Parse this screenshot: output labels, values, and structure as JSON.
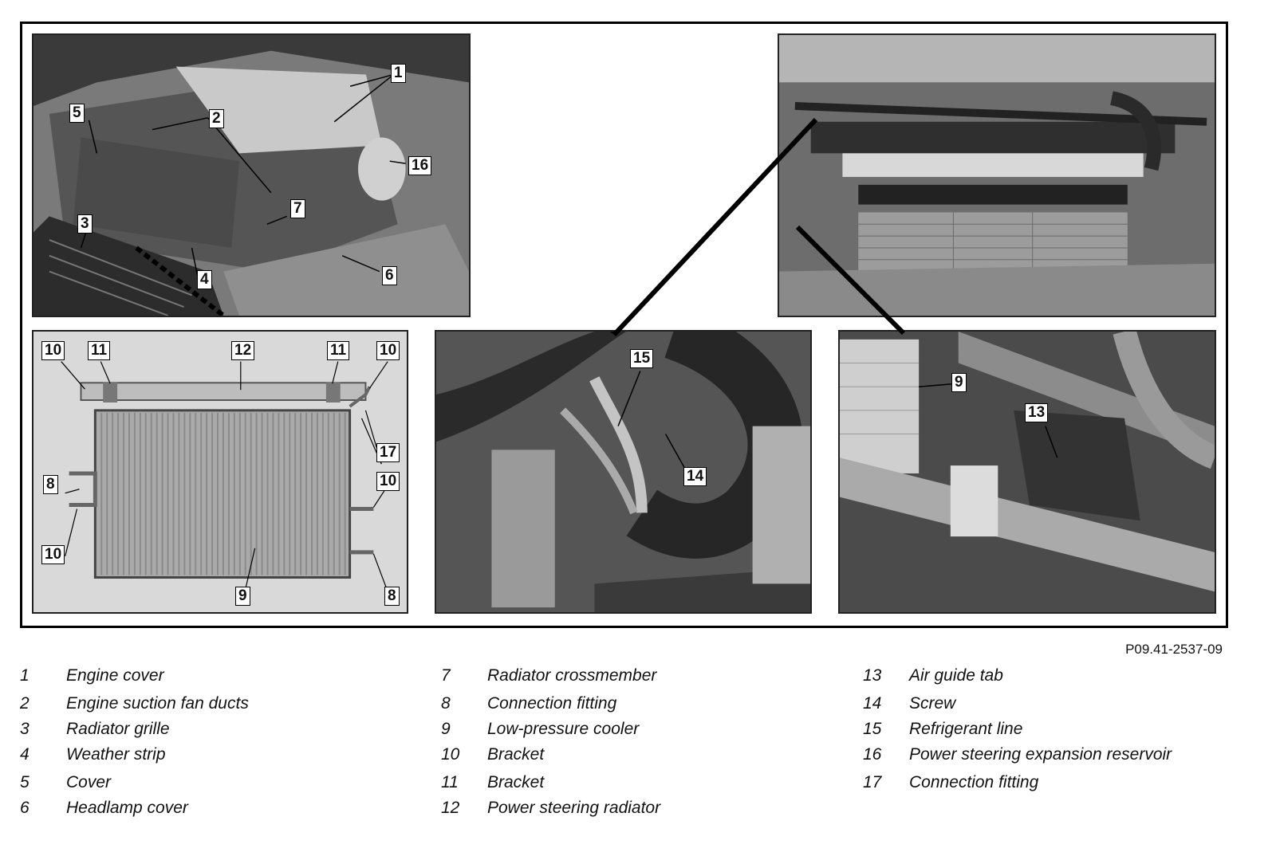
{
  "figure_ref": "P09.41-2537-09",
  "callouts": {
    "p1": [
      "1",
      "2",
      "5",
      "16",
      "7",
      "3",
      "4",
      "6"
    ],
    "p2": [
      "10",
      "11",
      "12",
      "11",
      "10",
      "17",
      "8",
      "10",
      "10",
      "9",
      "8"
    ],
    "p3": [
      "15",
      "14"
    ],
    "p4": [
      "9",
      "13"
    ]
  },
  "legend": [
    {
      "num": "1",
      "label": "Engine cover"
    },
    {
      "num": "2",
      "label": "Engine suction fan ducts"
    },
    {
      "num": "3",
      "label": "Radiator grille"
    },
    {
      "num": "4",
      "label": "Weather strip"
    },
    {
      "num": "5",
      "label": "Cover"
    },
    {
      "num": "6",
      "label": "Headlamp cover"
    },
    {
      "num": "7",
      "label": "Radiator crossmember"
    },
    {
      "num": "8",
      "label": "Connection fitting"
    },
    {
      "num": "9",
      "label": "Low-pressure cooler"
    },
    {
      "num": "10",
      "label": "Bracket"
    },
    {
      "num": "11",
      "label": "Bracket"
    },
    {
      "num": "12",
      "label": "Power steering radiator"
    },
    {
      "num": "13",
      "label": "Air guide tab"
    },
    {
      "num": "14",
      "label": "Screw"
    },
    {
      "num": "15",
      "label": "Refrigerant line"
    },
    {
      "num": "16",
      "label": "Power steering expansion reservoir"
    },
    {
      "num": "17",
      "label": "Connection fitting"
    }
  ]
}
